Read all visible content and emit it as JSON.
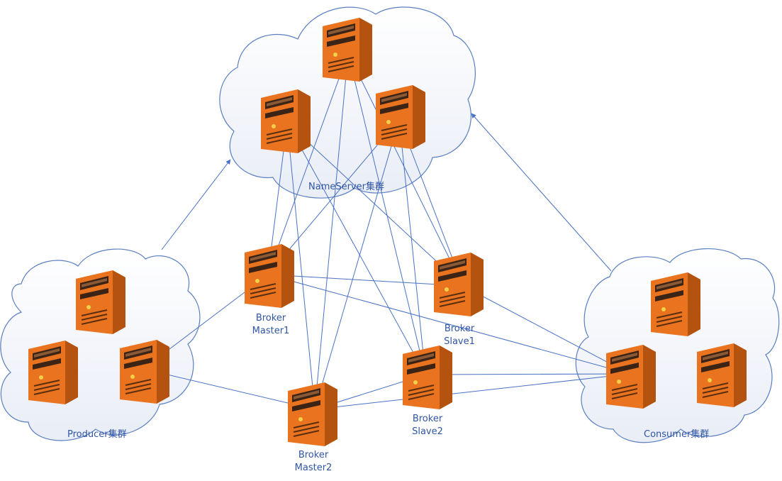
{
  "colors": {
    "line": "#4a72c4",
    "cloud_stroke": "#5b7fc2",
    "cloud_fill_top": "#ffffff",
    "cloud_fill_bottom": "#e9edf6",
    "server_front": "#e9731f",
    "server_side": "#b3530f",
    "server_top": "#f6a564",
    "label": "#2f55a4"
  },
  "clusters": {
    "nameserver": {
      "label": "NameServer集群",
      "icon": "server-icon"
    },
    "producer": {
      "label": "Producer集群",
      "icon": "server-icon"
    },
    "consumer": {
      "label": "Consumer集群",
      "icon": "server-icon"
    }
  },
  "brokers": {
    "master1": {
      "label_line1": "Broker",
      "label_line2": "Master1"
    },
    "slave1": {
      "label_line1": "Broker",
      "label_line2": "Slave1"
    },
    "master2": {
      "label_line1": "Broker",
      "label_line2": "Master2"
    },
    "slave2": {
      "label_line1": "Broker",
      "label_line2": "Slave2"
    }
  }
}
